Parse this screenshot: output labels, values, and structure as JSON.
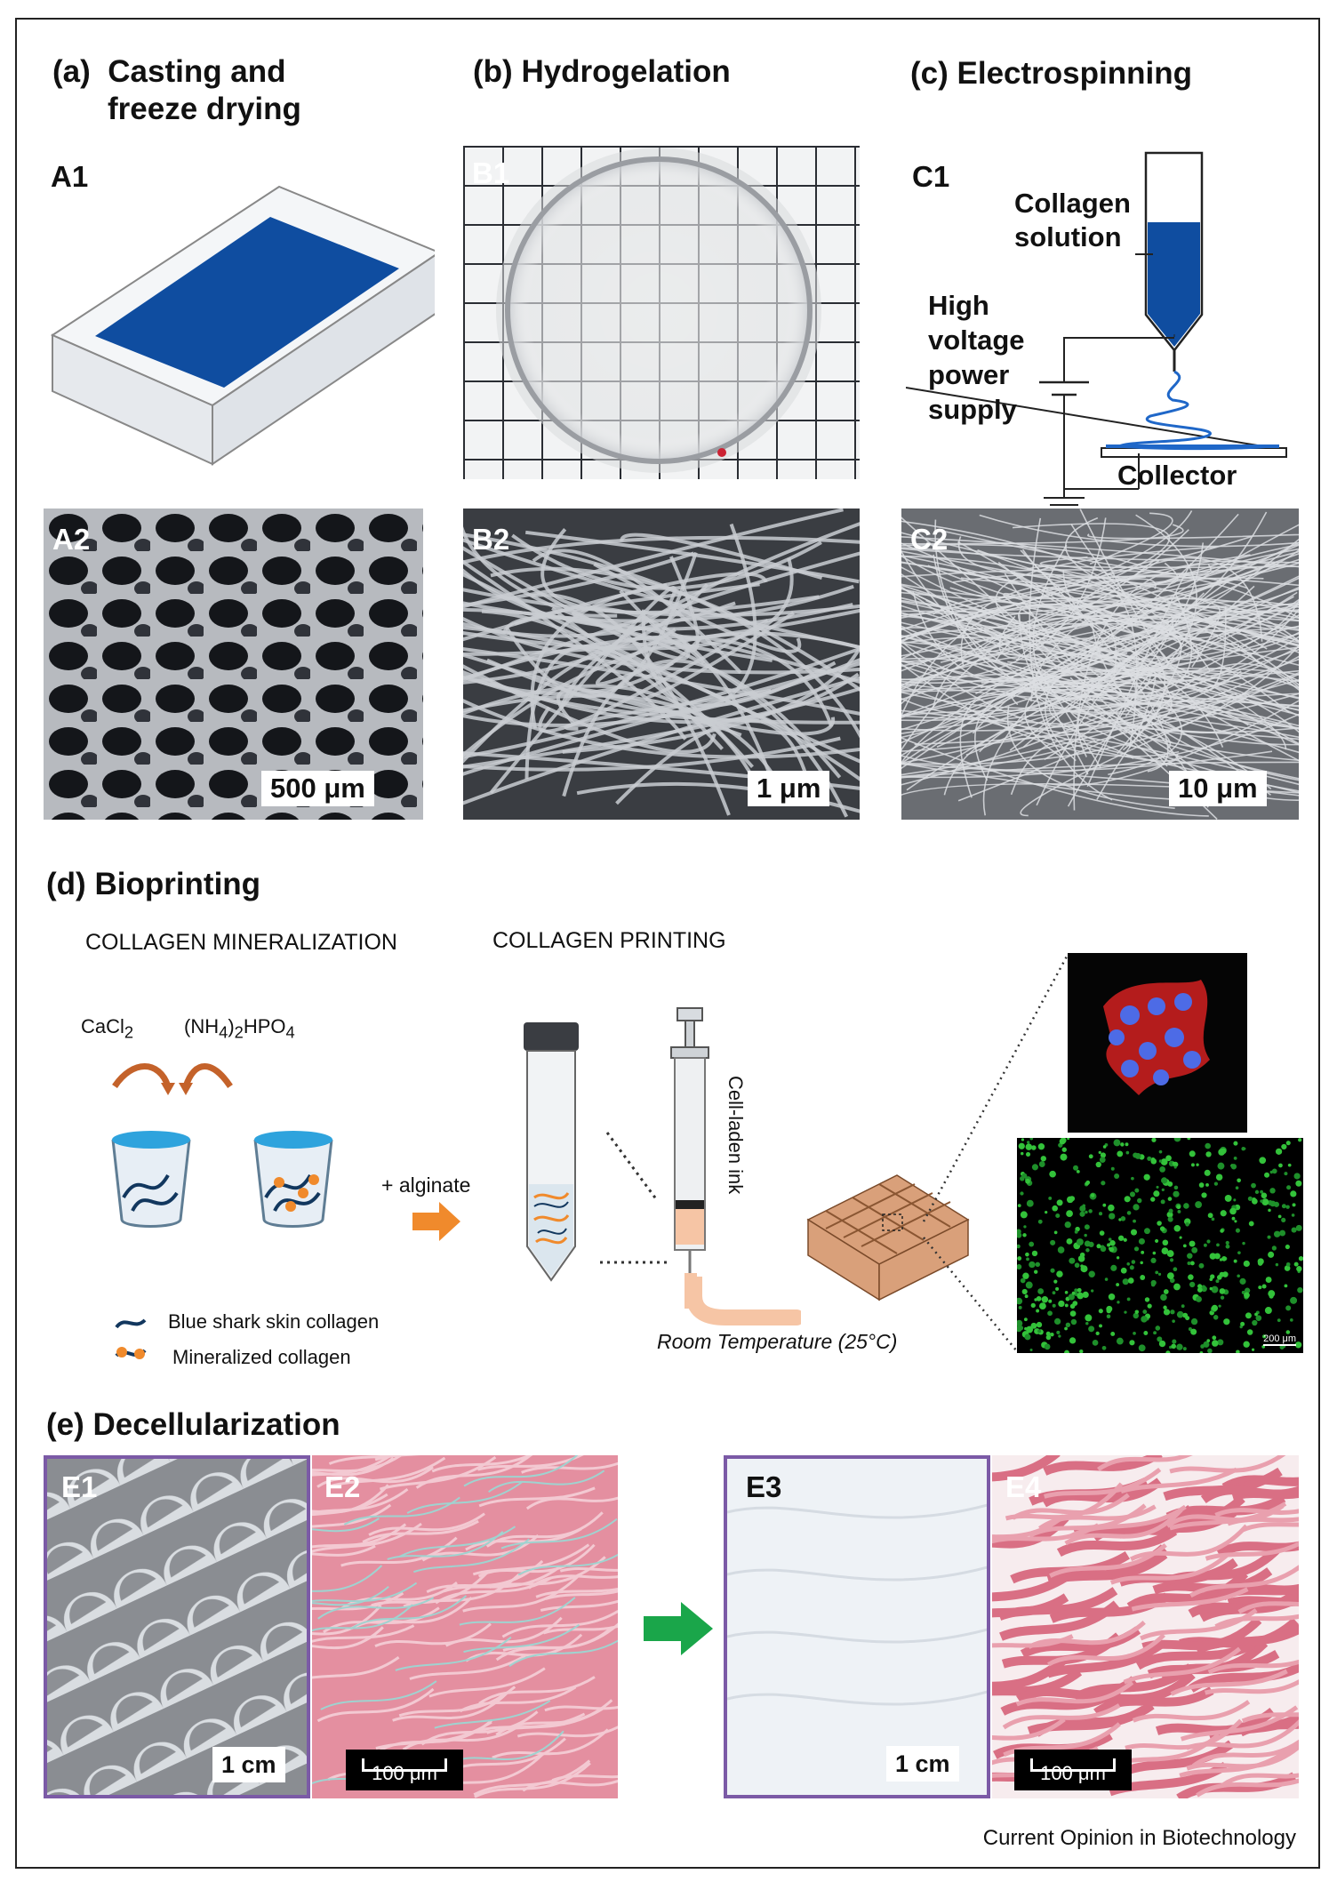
{
  "panels": {
    "a": {
      "letter": "(a)",
      "title_line1": "Casting and",
      "title_line2": "freeze drying",
      "a1": "A1",
      "a2": "A2",
      "scale": "500 μm"
    },
    "b": {
      "letter": "(b)",
      "title": "Hydrogelation",
      "b1": "B1",
      "b2": "B2",
      "scale": "1 μm"
    },
    "c": {
      "letter": "(c)",
      "title": "Electrospinning",
      "c1": "C1",
      "c2": "C2",
      "scale": "10 μm",
      "collagen_solution_1": "Collagen",
      "collagen_solution_2": "solution",
      "hv_1": "High",
      "hv_2": "voltage",
      "hv_3": "power",
      "hv_4": "supply",
      "collector": "Collector"
    },
    "d": {
      "letter": "(d)",
      "title": "Bioprinting",
      "mineralization": "COLLAGEN MINERALIZATION",
      "printing": "COLLAGEN PRINTING",
      "cacl2": "CaCl",
      "cacl2_sub": "2",
      "nh4_a": "(NH",
      "nh4_sub1": "4",
      "nh4_b": ")",
      "nh4_sub2": "2",
      "nh4_c": "HPO",
      "nh4_sub3": "4",
      "plus_alginate": "+ alginate",
      "cell_ink": "Cell-laden ink",
      "room_temp": "Room Temperature (25°C)",
      "legend_blue": "Blue shark skin collagen",
      "legend_mineral": "Mineralized collagen",
      "micro_scale": "200 μm"
    },
    "e": {
      "letter": "(e)",
      "title": "Decellularization",
      "e1": "E1",
      "e2": "E2",
      "e3": "E3",
      "e4": "E4",
      "scale_cm_1": "1 cm",
      "scale_um_1": "100 μm",
      "scale_cm_2": "1 cm",
      "scale_um_2": "100 μm"
    }
  },
  "footer": "Current Opinion in Biotechnology",
  "colors": {
    "accent_blue": "#1a4fa3",
    "frame_purple": "#7b5aa6",
    "arrow_orange": "#f08a2c",
    "arrow_green": "#1aa64a",
    "he_pink": "#e08fa0"
  }
}
